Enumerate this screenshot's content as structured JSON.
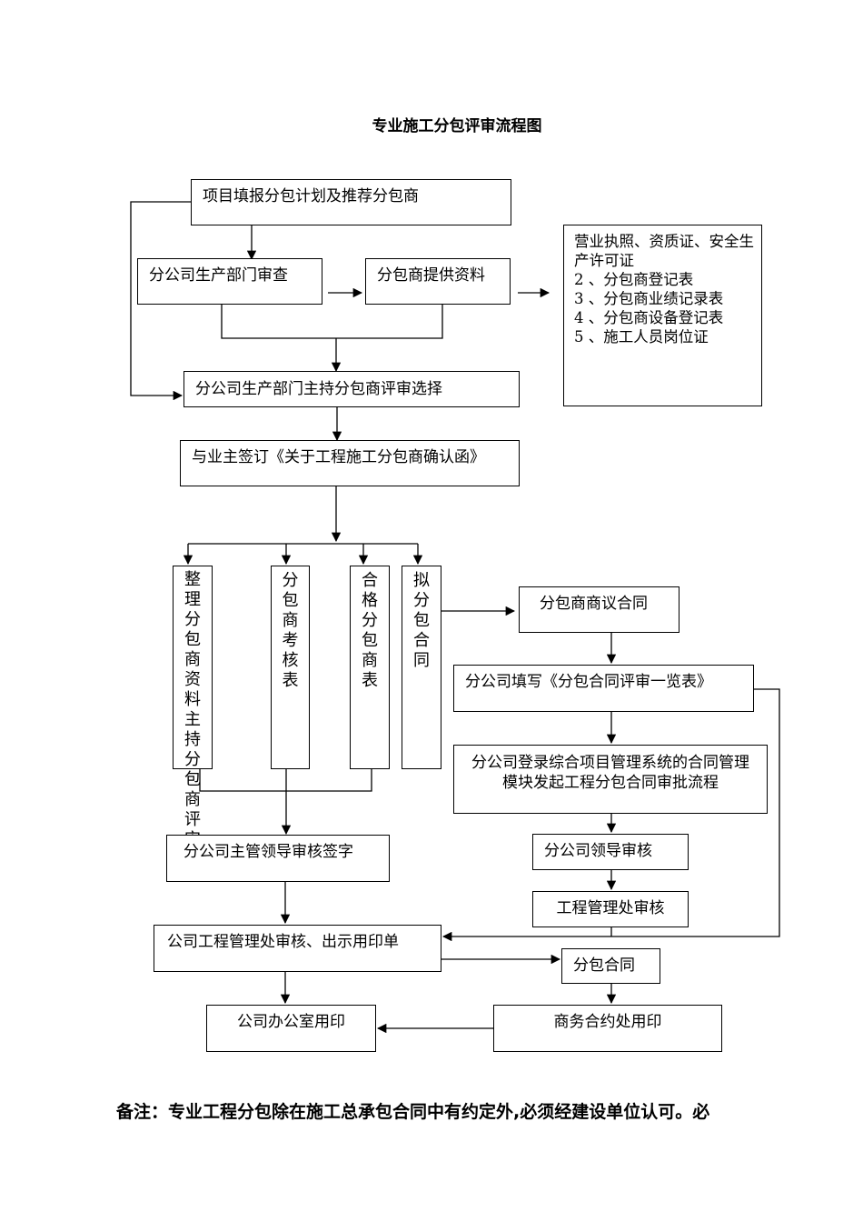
{
  "title": "专业施工分包评审流程图",
  "boxes": {
    "project_fill": "项目填报分包计划及推荐分包商",
    "branch_production_review": "分公司生产部门审查",
    "subcontractor_provide": "分包商提供资料",
    "branch_host_selection": "分公司生产部门主持分包商评审选择",
    "sign_with_owner": "与业主签订《关于工程施工分包商确认函》",
    "organize_materials": "整理分包商资料主持分包商评审",
    "assessment_table": "分包商考核表",
    "qualified_table": "合格分包商表",
    "draft_contract": "拟分包合同",
    "negotiate_contract": "分包商商议合同",
    "fill_review_list": "分公司填写《分包合同评审一览表》",
    "system_approval": "分公司登录综合项目管理系统的合同管理模块发起工程分包合同审批流程",
    "branch_leader_sign": "分公司主管领导审核签字",
    "branch_leader_review": "分公司领导审核",
    "engineering_dept_review": "工程管理处审核",
    "company_engineering_review": "公司工程管理处审核、出示用印单",
    "subcontract": "分包合同",
    "office_seal": "公司办公室用印",
    "business_seal": "商务合约处用印"
  },
  "documents": [
    "营业执照、资质证、安全生产许可证",
    "2 、分包商登记表",
    "3 、分包商业绩记录表",
    "4 、分包商设备登记表",
    "5 、施工人员岗位证"
  ],
  "note": "备注：专业工程分包除在施工总承包合同中有约定外,必须经建设单位认可。必"
}
